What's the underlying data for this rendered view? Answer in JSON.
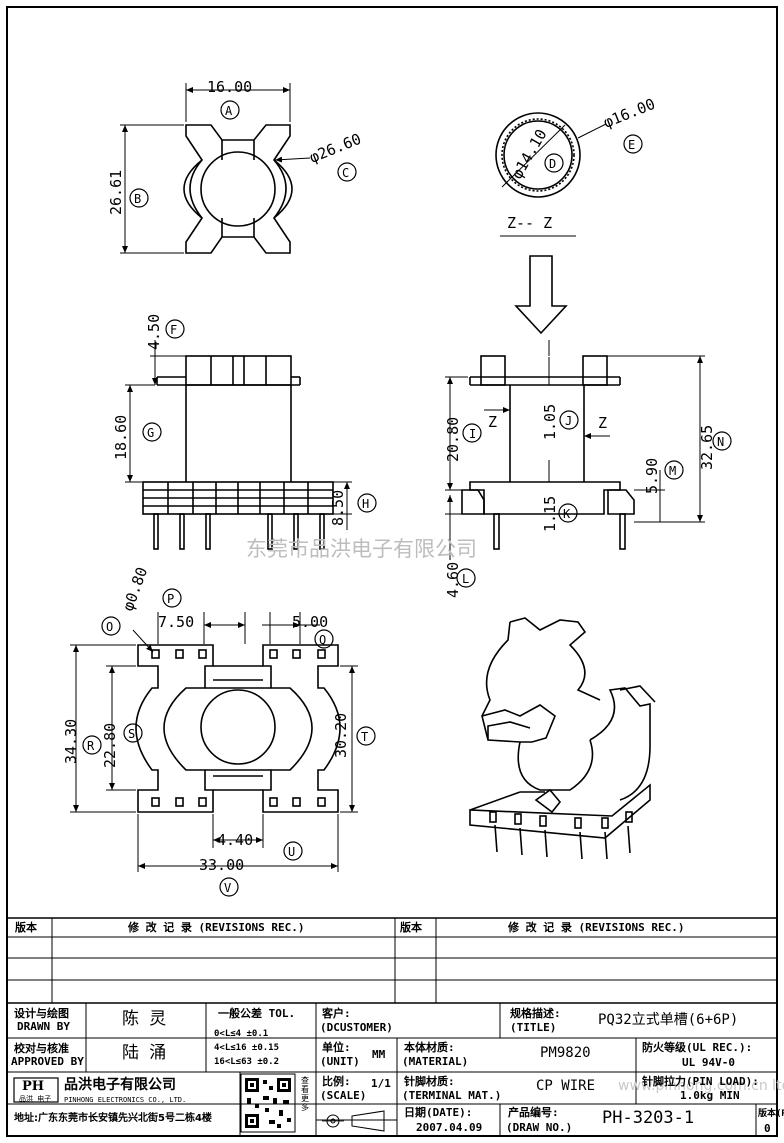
{
  "labels": {
    "A": "A",
    "B": "B",
    "C": "C",
    "D": "D",
    "E": "E",
    "F": "F",
    "G": "G",
    "H": "H",
    "I": "I",
    "J": "J",
    "K": "K",
    "L": "L",
    "M": "M",
    "N": "N",
    "O": "O",
    "P": "P",
    "Q": "Q",
    "R": "R",
    "S": "S",
    "T": "T",
    "U": "U",
    "V": "V"
  },
  "dims": {
    "a": "16.00",
    "b": "26.61",
    "c": "φ26.60",
    "d": "φ14.10",
    "e": "φ16.00",
    "f": "4.50",
    "g": "18.60",
    "h": "8.50",
    "i": "20.80",
    "j": "1.05",
    "k": "1.15",
    "l": "4.60",
    "m": "5.90",
    "n": "32.65",
    "o": "φ0.80",
    "p": "7.50",
    "q": "5.00",
    "r": "34.30",
    "s": "22.80",
    "t": "30.20",
    "u": "4.40",
    "v": "33.00",
    "section": "Z-- Z",
    "z": "Z"
  },
  "watermark": "东莞市品洪电子有限公司",
  "watermark_url": "www.pinhong.com.cn ltd",
  "revisions": {
    "ver_label": "版本",
    "rec_label": "修 改 记 录 (REVISIONS REC.)"
  },
  "title_block": {
    "design_cn": "设计与绘图",
    "design_en": "DRAWN BY",
    "designer": "陈 灵",
    "check_cn": "校对与核准",
    "check_en": "APPROVED BY",
    "approver": "陆 涌",
    "tol_title": "一般公差 TOL.",
    "tol1": "0<L≤4    ±0.1",
    "tol2": "4<L≤16   ±0.15",
    "tol3": "16<L≤63  ±0.2",
    "customer_cn": "客户:",
    "customer_en": "(DCUSTOMER)",
    "spec_cn": "规格描述:",
    "spec_en": "(TITLE)",
    "spec_val": "PQ32立式单槽(6+6P)",
    "unit_cn": "单位:",
    "unit_en": "(UNIT)",
    "unit_val": "MM",
    "material_cn": "本体材质:",
    "material_en": "(MATERIAL)",
    "material_val": "PM9820",
    "ul_cn": "防火等级(UL REC.):",
    "ul_val": "UL 94V-0",
    "scale_cn": "比例:",
    "scale_en": "(SCALE)",
    "scale_val": "1/1",
    "terminal_cn": "针脚材质:",
    "terminal_en": "(TERMINAL MAT.)",
    "terminal_val": "CP WIRE",
    "pinload_cn": "针脚拉力(PIN LOAD):",
    "pinload_val": "1.0kg MIN",
    "date_cn": "日期(DATE):",
    "date_val": "2007.04.09",
    "drawno_cn": "产品编号:",
    "drawno_en": "(DRAW NO.)",
    "drawno_val": "PH-3203-1",
    "rev_cn": "版本(REV):",
    "rev_val": "0",
    "company": "品洪电子有限公司",
    "company_en": "PINHONG ELECTRONICS CO., LTD.",
    "address": "地址:广东东莞市长安镇先兴北街5号二栋4楼",
    "logo": "PH",
    "logo_sub": "品洪 电子",
    "scan": "查看更多"
  }
}
